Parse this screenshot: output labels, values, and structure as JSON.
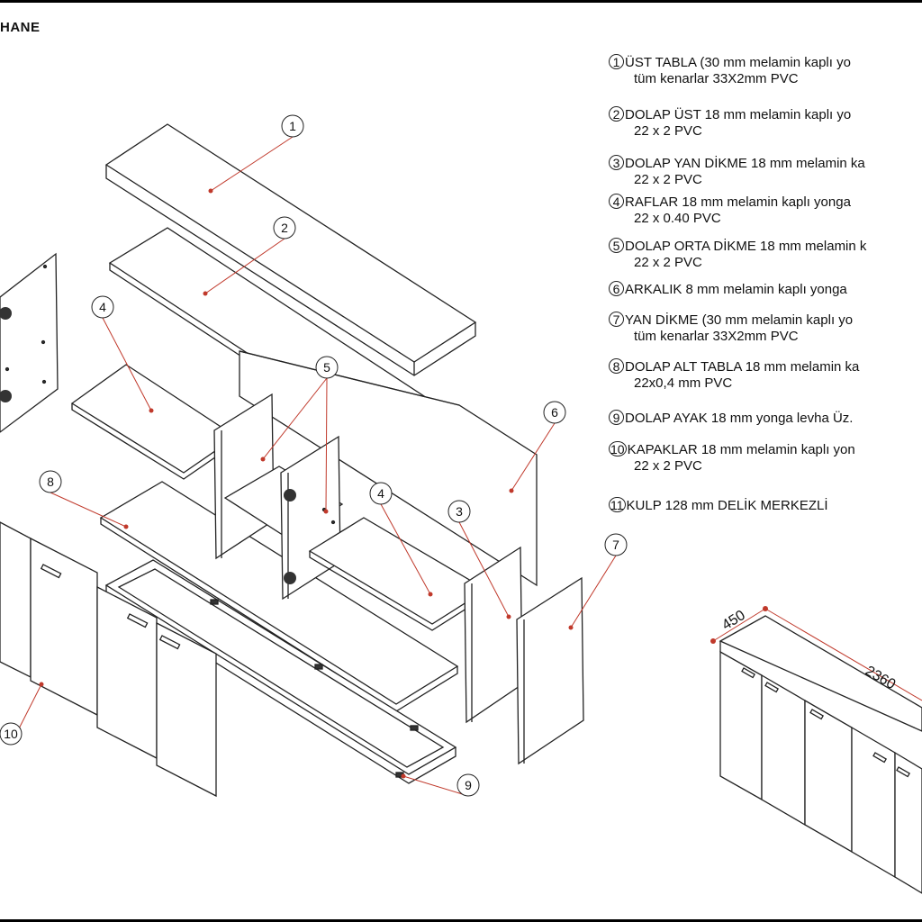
{
  "title": "HANE",
  "legend": [
    {
      "num": "1",
      "text": "ÜST TABLA (30  mm  melamin kaplı yo",
      "sub": "tüm kenarlar  33X2mm PVC"
    },
    {
      "num": "2",
      "text": "DOLAP ÜST  18 mm  melamin kaplı yo",
      "sub": "22 x 2 PVC"
    },
    {
      "num": "3",
      "text": "DOLAP YAN DİKME  18 mm melamin ka",
      "sub": "22 x 2 PVC"
    },
    {
      "num": "4",
      "text": "RAFLAR  18 mm   melamin kaplı yonga",
      "sub": "22 x 0.40 PVC"
    },
    {
      "num": "5",
      "text": "DOLAP ORTA DİKME 18 mm  melamin k",
      "sub": "22 x 2 PVC"
    },
    {
      "num": "6",
      "text": "ARKALIK 8 mm melamin kaplı yonga",
      "sub": ""
    },
    {
      "num": "7",
      "text": "YAN DİKME (30  mm  melamin kaplı yo",
      "sub": "tüm kenarlar  33X2mm PVC"
    },
    {
      "num": "8",
      "text": "DOLAP ALT TABLA  18 mm melamin ka",
      "sub": "22x0,4 mm PVC"
    },
    {
      "num": "9",
      "text": "DOLAP AYAK 18 mm  yonga  levha  Üz.",
      "sub": ""
    },
    {
      "num": "10",
      "text": "KAPAKLAR 18 mm  melamin kaplı yon",
      "sub": "22 x 2 PVC"
    },
    {
      "num": "11",
      "text": "KULP 128 mm DELİK MERKEZLİ",
      "sub": ""
    }
  ],
  "callouts": [
    "1",
    "2",
    "3",
    "4",
    "4",
    "5",
    "6",
    "7",
    "8",
    "9",
    "10"
  ],
  "dimensions": {
    "depth": "450",
    "width": "2360"
  },
  "colors": {
    "line": "#222222",
    "leader": "#c0392b",
    "marker": "#c0392b"
  }
}
